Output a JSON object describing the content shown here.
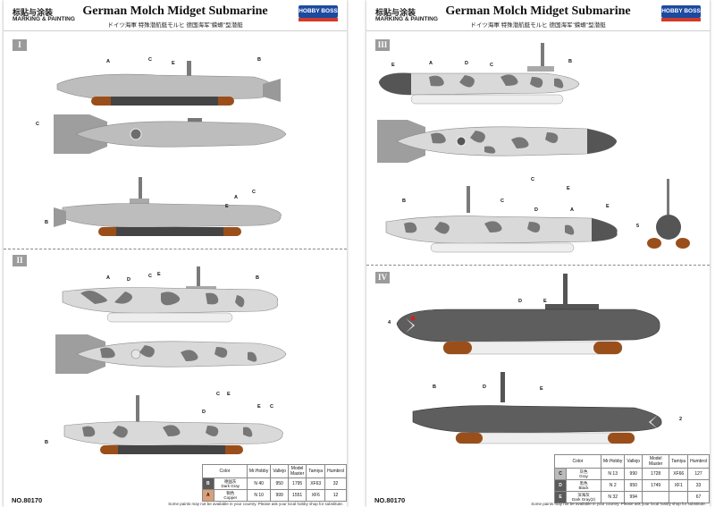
{
  "header": {
    "marking_cn": "标贴与涂装",
    "marking_en": "MARKING & PAINTING",
    "title": "German Molch Midget Submarine",
    "subtitle": "ドイツ海軍 特殊潜航艇モルヒ 德国海军\"蝾螈\"型潜艇",
    "logo": "HOBBY BOSS"
  },
  "item_no": "NO.80170",
  "footer_note": "Some paints may not be available in your country. Please ask your local hobby shop for substitute.",
  "sections": [
    "I",
    "II",
    "III",
    "IV"
  ],
  "callouts": [
    "A",
    "B",
    "C",
    "D",
    "E",
    "4",
    "5",
    "2"
  ],
  "color_table": {
    "headers": [
      "Color",
      "Mr.Hobby",
      "Vallejo",
      "Model Master",
      "Tamiya",
      "Humbrol"
    ],
    "left_rows": [
      {
        "code": "B",
        "cn": "德国灰",
        "en": "Dark Gray",
        "mrhobby": "N 40",
        "vallejo": "950",
        "mm": "1795",
        "tamiya": "XF63",
        "humbrol": "32"
      },
      {
        "code": "A",
        "cn": "铜色",
        "en": "Copper",
        "mrhobby": "N 10",
        "vallejo": "999",
        "mm": "1551",
        "tamiya": "XF6",
        "humbrol": "12"
      }
    ],
    "right_rows": [
      {
        "code": "C",
        "cn": "灰色",
        "en": "Gray",
        "mrhobby": "N 13",
        "vallejo": "990",
        "mm": "1728",
        "tamiya": "XF66",
        "humbrol": "127"
      },
      {
        "code": "D",
        "cn": "黑色",
        "en": "Black",
        "mrhobby": "N 2",
        "vallejo": "950",
        "mm": "1749",
        "tamiya": "XF1",
        "humbrol": "33"
      },
      {
        "code": "E",
        "cn": "深海灰",
        "en": "Dark Gray(2)",
        "mrhobby": "N 32",
        "vallejo": "994",
        "mm": "",
        "tamiya": "",
        "humbrol": "67"
      }
    ]
  },
  "colors": {
    "hull_gray": "#bdbdbd",
    "dark_gray": "#5e5e5e",
    "copper": "#a0541c",
    "white": "#f2f2f2",
    "logo_blue": "#1b4aa0"
  }
}
